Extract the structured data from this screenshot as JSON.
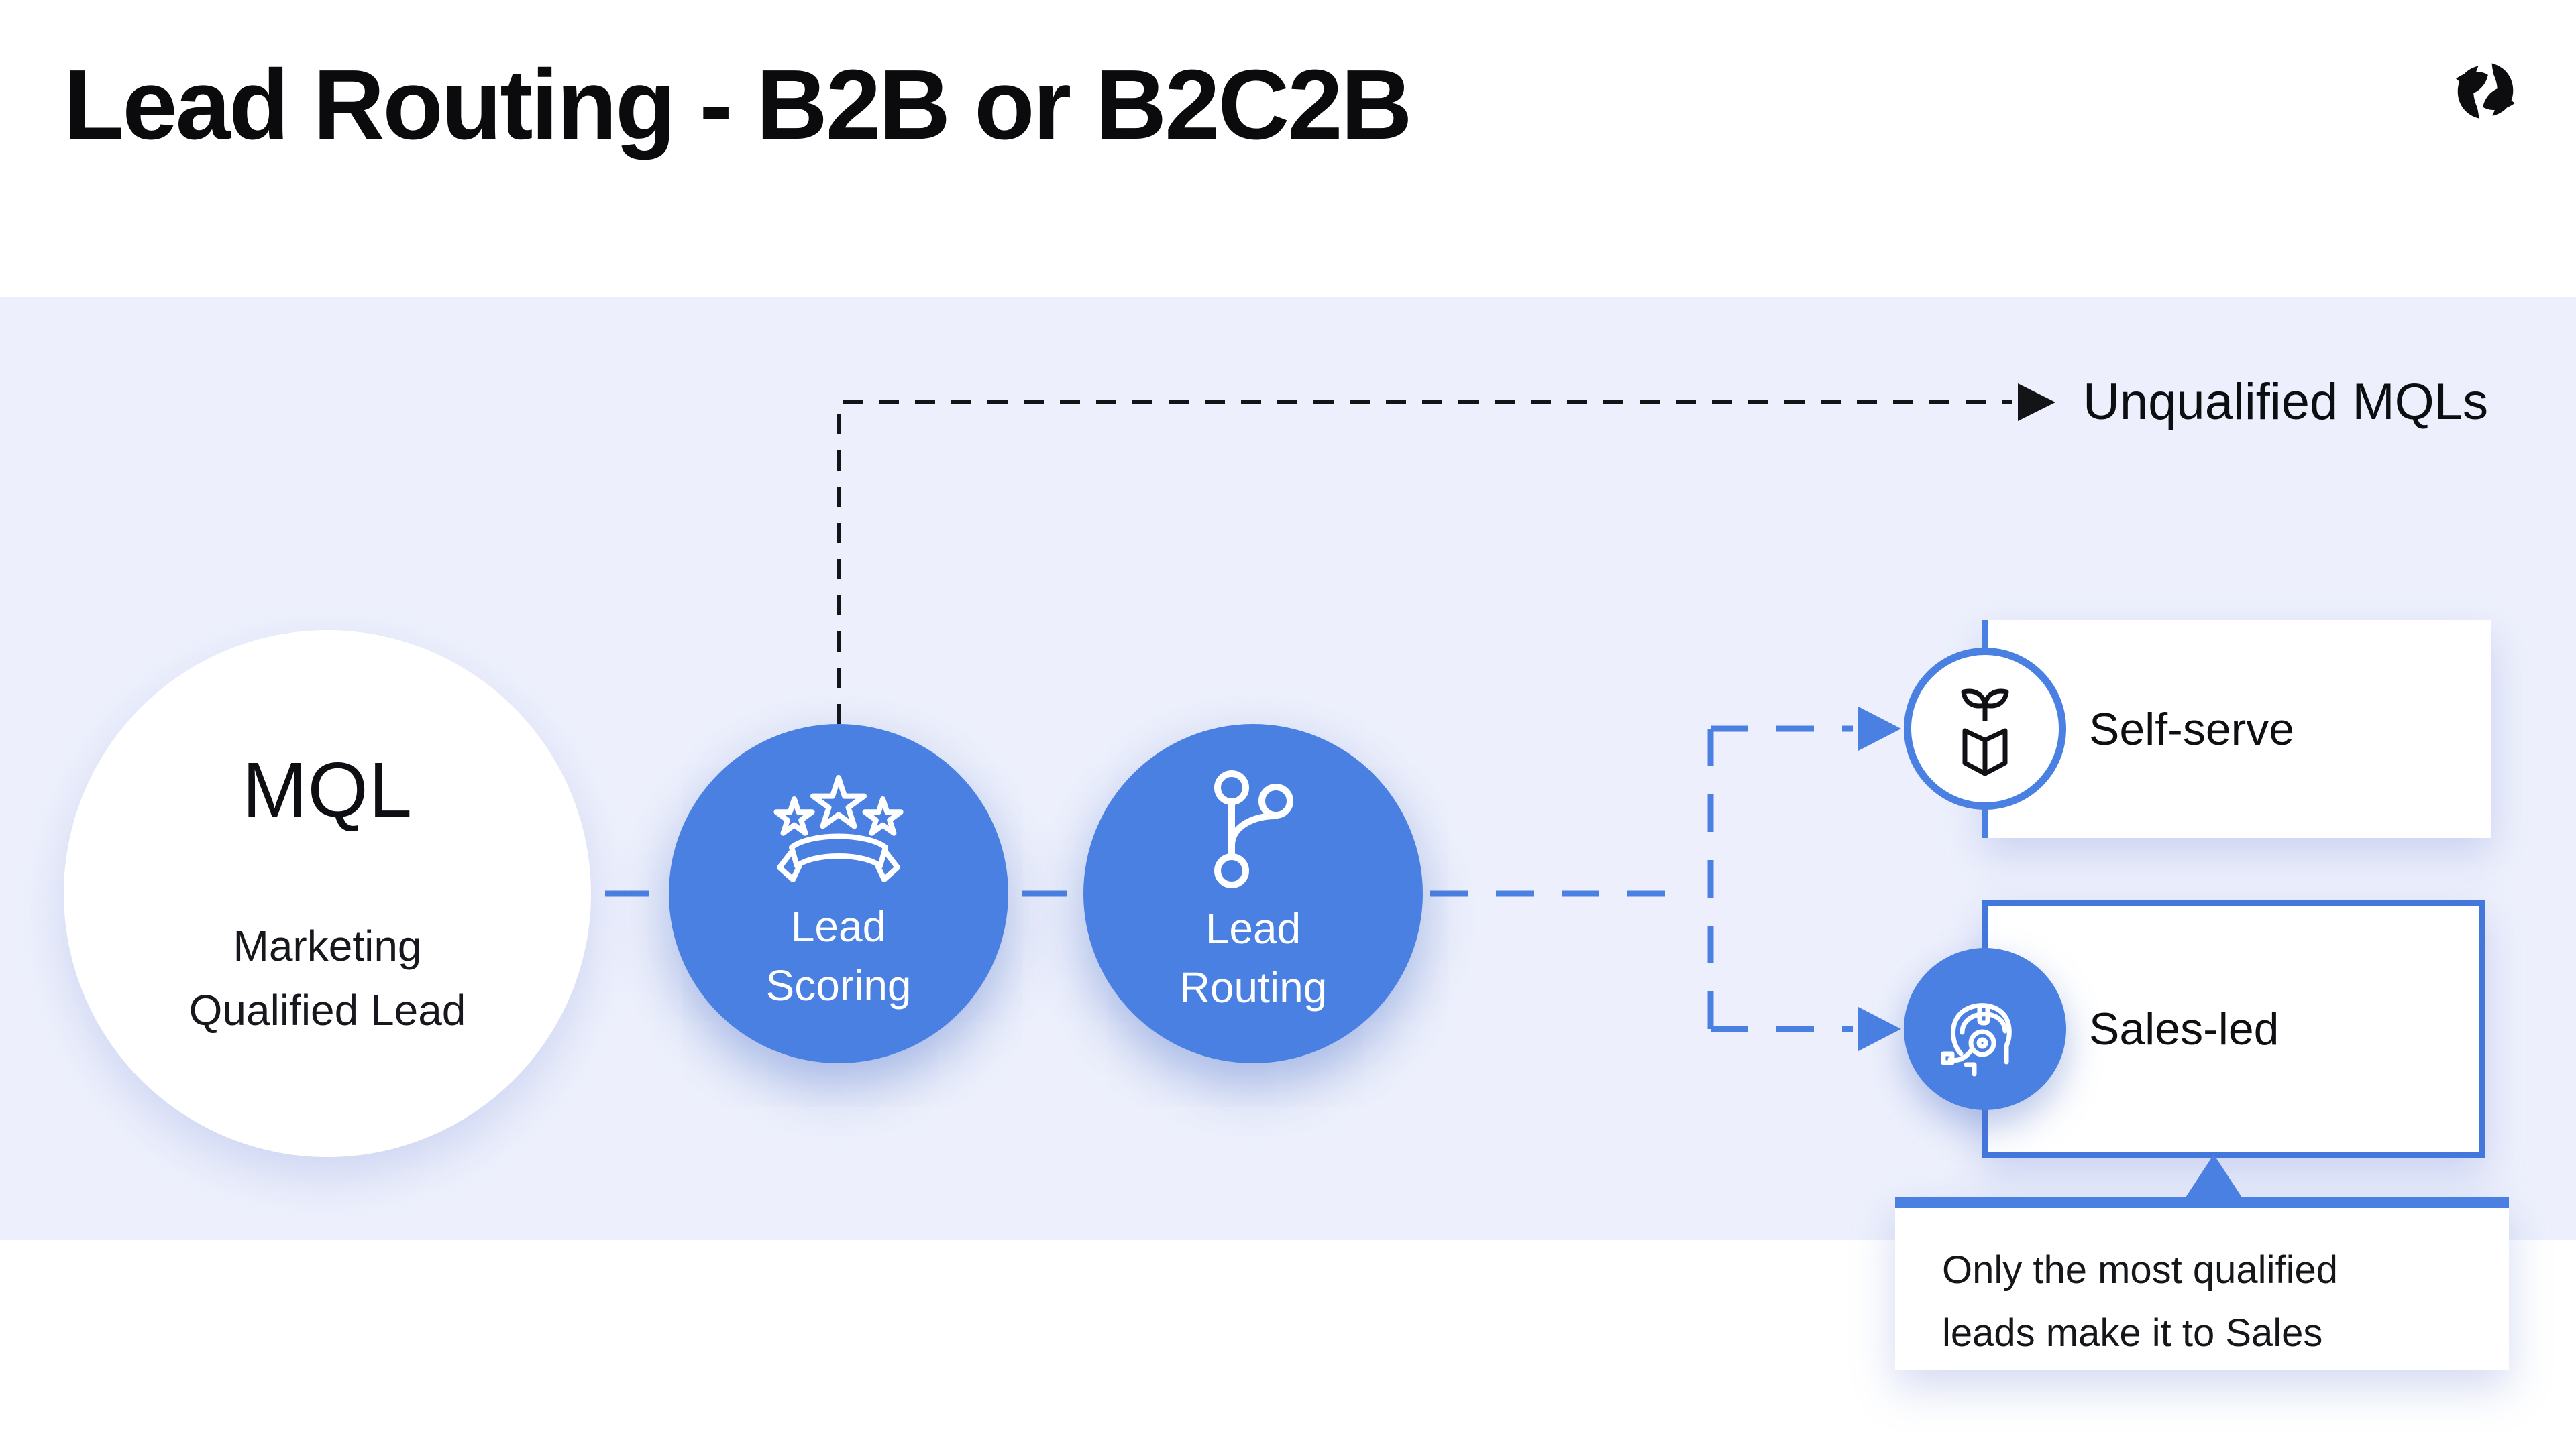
{
  "title": "Lead Routing - B2B or B2C2B",
  "logo_name": "pinwheel-brand-logo",
  "colors": {
    "accent_blue": "#4A80E2",
    "border_blue": "#4377DC",
    "band_background": "#EDF0FC",
    "text_dark": "#0c0d10",
    "node_text_white": "#ffffff"
  },
  "nodes": {
    "mql": {
      "label": "MQL",
      "sublabel": "Marketing Qualified Lead"
    },
    "lead_scoring": {
      "label": "Lead Scoring",
      "icon": "stars-ribbon-icon"
    },
    "lead_routing": {
      "label": "Lead Routing",
      "icon": "git-branch-icon"
    },
    "self_serve": {
      "label": "Self-serve",
      "icon": "box-sprout-icon"
    },
    "sales_led": {
      "label": "Sales-led",
      "icon": "headset-agent-icon"
    }
  },
  "annotations": {
    "unqualified": "Unqualified MQLs",
    "tooltip": "Only the most qualified leads make it to Sales"
  }
}
